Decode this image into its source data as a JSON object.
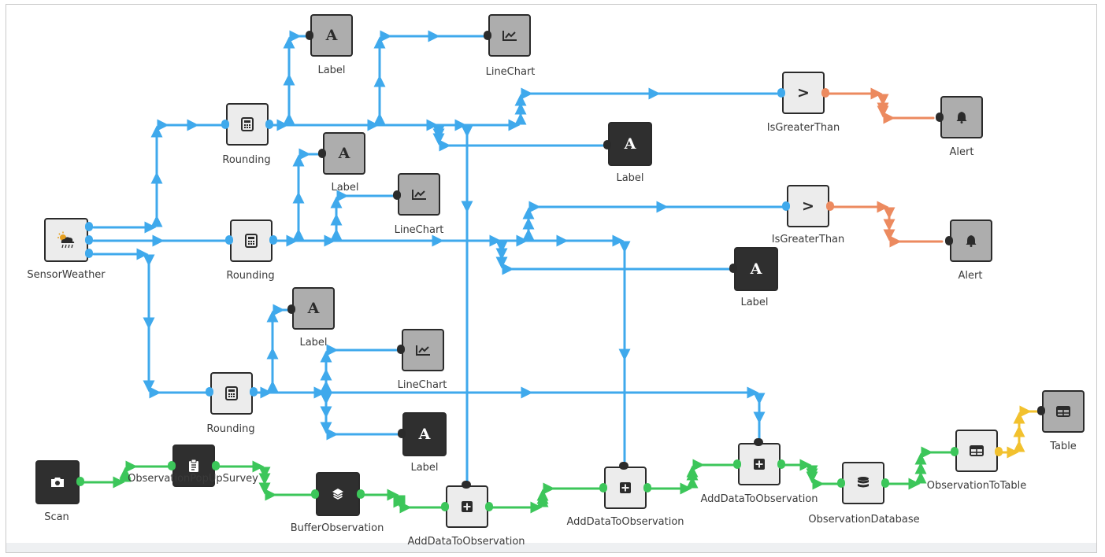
{
  "colors": {
    "wire_blue": "#3fa9ec",
    "wire_green": "#3cc65a",
    "wire_orange": "#ec8a5f",
    "wire_yellow": "#f2c12e",
    "node_light": "#ececec",
    "node_mid": "#adadad",
    "node_dark": "#2f2f2f"
  },
  "nodes": [
    {
      "id": "sensor",
      "label": "SensorWeather",
      "icon": "weather-icon",
      "shade": "light"
    },
    {
      "id": "round1",
      "label": "Rounding",
      "icon": "calculator-icon",
      "shade": "light"
    },
    {
      "id": "round2",
      "label": "Rounding",
      "icon": "calculator-icon",
      "shade": "light"
    },
    {
      "id": "round3",
      "label": "Rounding",
      "icon": "calculator-icon",
      "shade": "light"
    },
    {
      "id": "label1",
      "label": "Label",
      "icon": "text-a-icon",
      "shade": "mid"
    },
    {
      "id": "chart1",
      "label": "LineChart",
      "icon": "line-chart-icon",
      "shade": "mid"
    },
    {
      "id": "label2",
      "label": "Label",
      "icon": "text-a-icon",
      "shade": "mid"
    },
    {
      "id": "chart2",
      "label": "LineChart",
      "icon": "line-chart-icon",
      "shade": "mid"
    },
    {
      "id": "label3",
      "label": "Label",
      "icon": "text-a-icon",
      "shade": "mid"
    },
    {
      "id": "chart3",
      "label": "LineChart",
      "icon": "line-chart-icon",
      "shade": "mid"
    },
    {
      "id": "label4",
      "label": "Label",
      "icon": "text-a-icon",
      "shade": "dark"
    },
    {
      "id": "label5",
      "label": "Label",
      "icon": "text-a-icon",
      "shade": "dark"
    },
    {
      "id": "label6",
      "label": "Label",
      "icon": "text-a-icon",
      "shade": "dark"
    },
    {
      "id": "gt1",
      "label": "IsGreaterThan",
      "icon": "greater-than-icon",
      "shade": "light"
    },
    {
      "id": "gt2",
      "label": "IsGreaterThan",
      "icon": "greater-than-icon",
      "shade": "light"
    },
    {
      "id": "alert1",
      "label": "Alert",
      "icon": "bell-icon",
      "shade": "mid"
    },
    {
      "id": "alert2",
      "label": "Alert",
      "icon": "bell-icon",
      "shade": "mid"
    },
    {
      "id": "scan",
      "label": "Scan",
      "icon": "camera-icon",
      "shade": "dark"
    },
    {
      "id": "survey",
      "label": "ObservationPopUpSurvey",
      "icon": "clipboard-icon",
      "shade": "dark"
    },
    {
      "id": "buffer",
      "label": "BufferObservation",
      "icon": "layers-icon",
      "shade": "dark"
    },
    {
      "id": "add1",
      "label": "AddDataToObservation",
      "icon": "plus-square-icon",
      "shade": "light"
    },
    {
      "id": "add2",
      "label": "AddDataToObservation",
      "icon": "plus-square-icon",
      "shade": "light"
    },
    {
      "id": "add3",
      "label": "AddDataToObservation",
      "icon": "plus-square-icon",
      "shade": "light"
    },
    {
      "id": "db",
      "label": "ObservationDatabase",
      "icon": "database-icon",
      "shade": "light"
    },
    {
      "id": "obs2table",
      "label": "ObservationToTable",
      "icon": "table-icon",
      "shade": "light"
    },
    {
      "id": "table",
      "label": "Table",
      "icon": "table-icon",
      "shade": "mid"
    }
  ]
}
